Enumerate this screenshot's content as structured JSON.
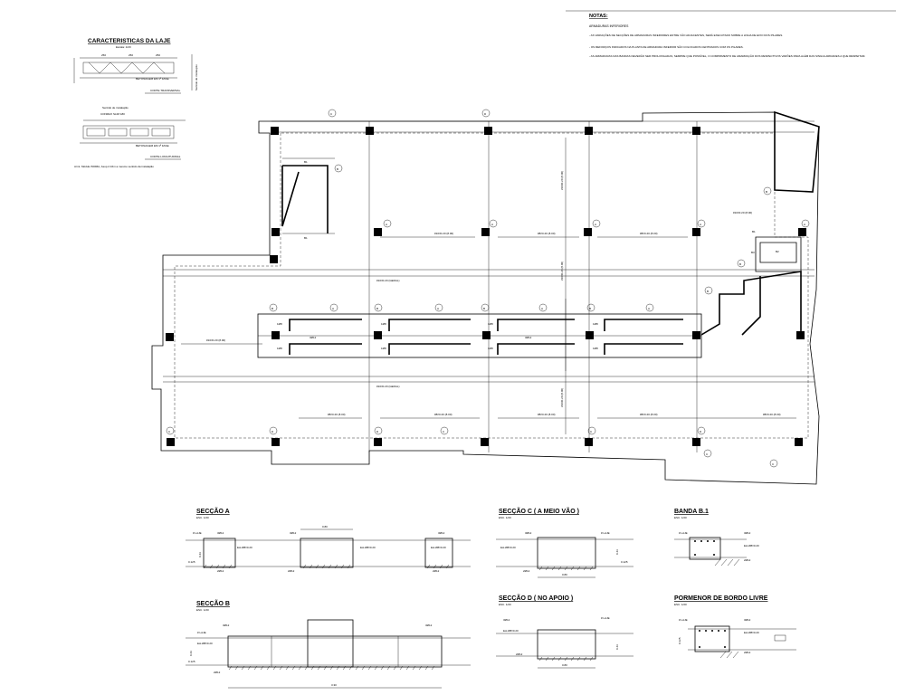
{
  "notes": {
    "title": "NOTAS:",
    "subtitle": "ARMADURAS INFERIORES",
    "items": [
      "- AS VARIAÇÕES DE SECÇÕES DE ARMADURAS INFERIORES ENTRE VÃO ADJACENTES, SERÁ EXECUTADO SOBRE A LINHA DE EIXO DOS PILARES.",
      "- OS REFORÇOS INDICADOS NA PLANTA DE ARMADURA INFERIOR SÃO COLOCADOS CENTRADOS COM OS PILARES.",
      "- AS ARMADURAS DAS BANDAS DEVERÃO SER PROLONGADAS, SEMPRE QUE POSSÍVEL, O COMPRIMENTO DE AMARRAÇÃO DOS RESPECTIVOS VARÕES PARA ALÉM DAS SINGULARIDADES A QUE RESPEITAM."
    ]
  },
  "slab": {
    "title": "CARACTERISTICAS DA LAJE",
    "scale": "Escala: 1/20",
    "transversal": "CORTE TRANSVERSAL",
    "longitudinal": "CORTE LONGITUDINAL",
    "direction": "Sentido de instalação",
    "product": "CONMAX SLIM 180",
    "concrete": "BETONAGEM EM 1ª FASE",
    "note": "Armt. Módulo 500MA, Asup.2.16m a mesmo sentido da instalação",
    "dims": [
      "250",
      "250",
      "250"
    ]
  },
  "plan": {
    "section_marks": [
      "C",
      "D",
      "A",
      "B"
    ],
    "rebar_labels": [
      "#10//0.20 (8.00)",
      "#8//0.20 (8.00)",
      "#10//0.20 (GERAL)",
      "1Ø8",
      "3Ø12"
    ],
    "band_labels": [
      "B1",
      "B2",
      "B3"
    ]
  },
  "sections": {
    "a": {
      "title": "SECÇÃO A",
      "scale": "ESC. 1/20"
    },
    "b": {
      "title": "SECÇÃO B",
      "scale": "ESC. 1/20"
    },
    "c": {
      "title": "SECÇÃO C ( A MEIO VÃO )",
      "scale": "ESC. 1/20"
    },
    "d": {
      "title": "SECÇÃO D ( NO APOIO )",
      "scale": "ESC. 1/20"
    },
    "band": {
      "title": "BANDA B.1",
      "scale": "ESC. 1/20"
    },
    "edge": {
      "title": "PORMENOR DE BORDO LIVRE",
      "scale": "ESC. 1/20"
    }
  },
  "dims": {
    "a_top": "0.80",
    "b_bottom": "3.30",
    "c_bottom": "0.80",
    "d_bottom": "0.80",
    "h1": "0.43",
    "h2": "0.125",
    "laje": "# LAJE",
    "rebar_3o12": "3Ø12",
    "rebar_est": "Est.Ø8//0.20",
    "rebar_2o12": "2Ø12"
  }
}
